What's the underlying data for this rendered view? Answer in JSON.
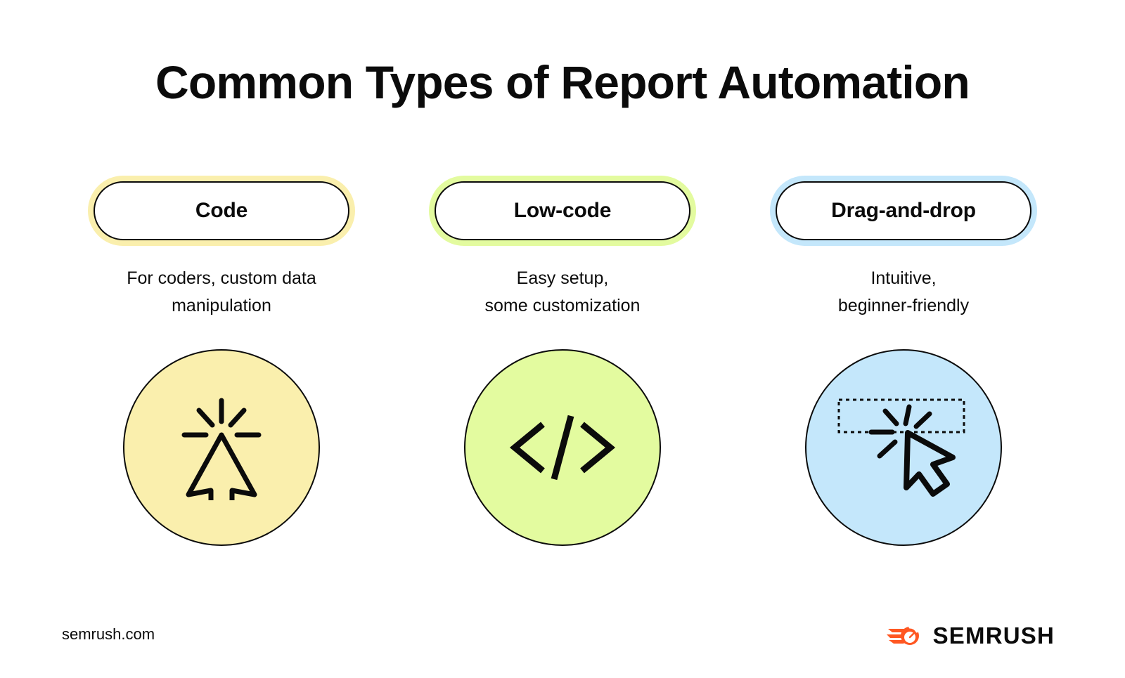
{
  "page": {
    "title": "Common Types of Report Automation",
    "background_color": "#FFFFFF",
    "text_color": "#0B0B0B"
  },
  "columns": [
    {
      "label": "Code",
      "description": "For coders, custom data\nmanipulation",
      "accent_color": "#FAEFAD",
      "circle_fill": "#FAEFAD",
      "icon": "click-cursor-icon"
    },
    {
      "label": "Low-code",
      "description": "Easy setup,\nsome customization",
      "accent_color": "#E3FB9F",
      "circle_fill": "#E3FB9F",
      "icon": "code-brackets-icon"
    },
    {
      "label": "Drag-and-drop",
      "description": "Intuitive,\nbeginner-friendly",
      "accent_color": "#C4E7FB",
      "circle_fill": "#C4E7FB",
      "icon": "drag-drop-cursor-icon"
    }
  ],
  "footer": {
    "url": "semrush.com",
    "brand_name": "SEMRUSH",
    "brand_color": "#FF5722"
  }
}
